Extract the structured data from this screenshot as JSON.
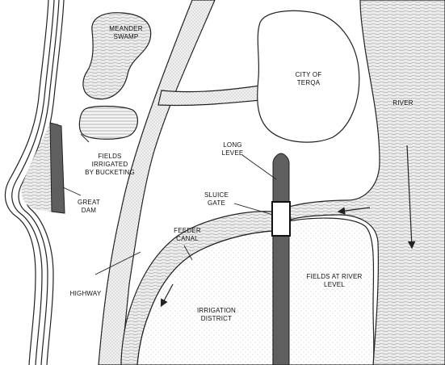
{
  "labels": {
    "meander_swamp": [
      "MEANDER",
      "SWAMP"
    ],
    "city": [
      "CITY OF",
      "TERQA"
    ],
    "river": [
      "RIVER"
    ],
    "fields_bucketing": [
      "FIELDS",
      "IRRIGATED",
      "BY BUCKETING"
    ],
    "long_levee": [
      "LONG",
      "LEVEE"
    ],
    "sluice_gate": [
      "SLUICE",
      "GATE"
    ],
    "great_dam": [
      "GREAT",
      "DAM"
    ],
    "feeder_canal": [
      "FEEDER",
      "CANAL"
    ],
    "fields_river_level": [
      "FIELDS AT RIVER",
      "LEVEL"
    ],
    "highway": [
      "HIGHWAY"
    ],
    "irrigation_district": [
      "IRRIGATION",
      "DISTRICT"
    ]
  }
}
